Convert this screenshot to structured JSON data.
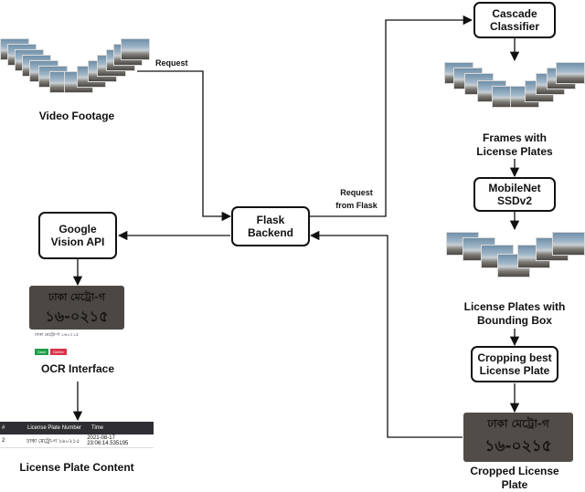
{
  "labels": {
    "video_footage": "Video Footage",
    "frames_with_plates": "Frames with\nLicense Plates",
    "plates_with_box": "License Plates with\nBounding Box",
    "ocr_interface": "OCR Interface",
    "plate_content": "License Plate Content",
    "cropped_plate": "Cropped License\nPlate"
  },
  "boxes": {
    "cascade": "Cascade\nClassifier",
    "mobilenet": "MobileNet\nSSDv2",
    "flask": "Flask\nBackend",
    "google_vision": "Google\nVision API",
    "cropping": "Cropping best\nLicense Plate"
  },
  "edge_labels": {
    "request": "Request",
    "request_from_flask": "Request\nfrom Flask"
  },
  "plate_text": {
    "line1": "ঢাকা মেট্রো-গ",
    "line2": "১৬-০২১৫"
  },
  "ocr_ui": {
    "detected": "ঢাকা মেট্রো-গ ১৬০২১৫",
    "save_button": "Save",
    "delete_button": "Delete"
  },
  "result_table": {
    "headers": [
      "#",
      "License Plate Number",
      "Time"
    ],
    "row": [
      "2",
      "ঢাকা মেট্রো-গ ১৬০২১৫",
      "2021-08-17 23:06:14.535195"
    ]
  }
}
